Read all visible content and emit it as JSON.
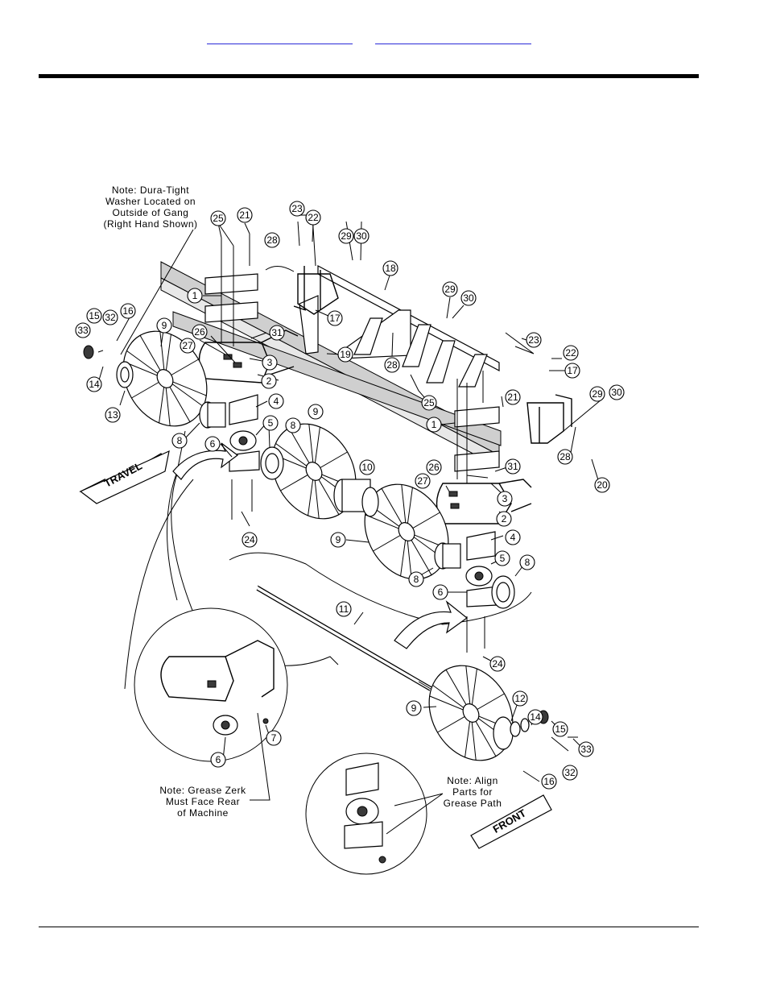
{
  "header": {
    "link_1": "",
    "link_2": ""
  },
  "notes": {
    "dura_tight": [
      "Note: Dura-Tight",
      "Washer Located on",
      "Outside of Gang",
      "(Right Hand Shown)"
    ],
    "grease_zerk": [
      "Note: Grease Zerk",
      "Must Face Rear",
      "of Machine"
    ],
    "align": [
      "Note: Align",
      "Parts for",
      "Grease Path"
    ]
  },
  "arrows": {
    "travel": "TRAVEL",
    "front": "FRONT"
  },
  "callouts": {
    "c1a": "1",
    "c1b": "1",
    "c2a": "2",
    "c2b": "2",
    "c3a": "3",
    "c3b": "3",
    "c4a": "4",
    "c4b": "4",
    "c5a": "5",
    "c5b": "5",
    "c6a": "6",
    "c6b": "6",
    "c6c": "6",
    "c7": "7",
    "c8a": "8",
    "c8b": "8",
    "c8c": "8",
    "c8d": "8",
    "c9a": "9",
    "c9b": "9",
    "c9c": "9",
    "c9d": "9",
    "c10": "10",
    "c11": "11",
    "c12": "12",
    "c13": "13",
    "c14a": "14",
    "c14b": "14",
    "c15a": "15",
    "c15b": "15",
    "c16a": "16",
    "c16b": "16",
    "c17a": "17",
    "c17b": "17",
    "c18": "18",
    "c19": "19",
    "c20": "20",
    "c21a": "21",
    "c21b": "21",
    "c22a": "22",
    "c22b": "22",
    "c23a": "23",
    "c23b": "23",
    "c24a": "24",
    "c24b": "24",
    "c25a": "25",
    "c25b": "25",
    "c26a": "26",
    "c26b": "26",
    "c27a": "27",
    "c27b": "27",
    "c28a": "28",
    "c28b": "28",
    "c28c": "28",
    "c29a": "29",
    "c29b": "29",
    "c29c": "29",
    "c30a": "30",
    "c30b": "30",
    "c30c": "30",
    "c31a": "31",
    "c31b": "31",
    "c32a": "32",
    "c32b": "32",
    "c33a": "33",
    "c33b": "33"
  }
}
